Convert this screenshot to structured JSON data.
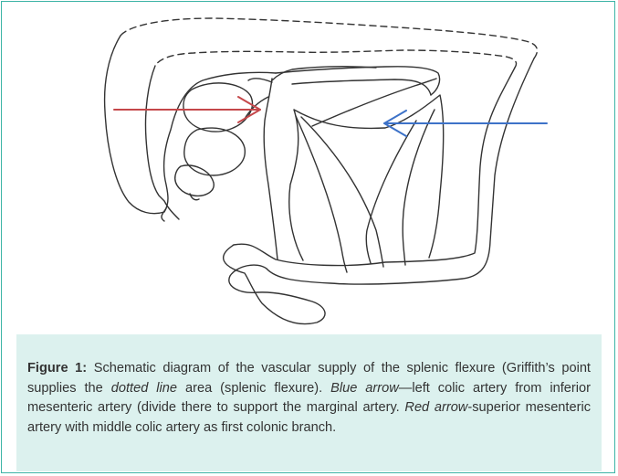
{
  "figure": {
    "caption": {
      "label": "Figure 1:",
      "text_1": " Schematic diagram of the vascular supply of the splenic flexure (Griffith’s point supplies the ",
      "dotted_line": "dotted line",
      "text_2": " area (splenic flexure). ",
      "blue_arrow": "Blue arrow",
      "text_3": "—left colic artery from inferior mesenteric artery (divide there to support the marginal artery. ",
      "red_arrow": "Red arrow",
      "text_4": "-superior mesenteric artery with middle colic artery as first colonic branch."
    },
    "colors": {
      "frame_border": "#3db4a6",
      "caption_background": "#dcf1ee",
      "red_arrow": "#c5474a",
      "blue_arrow": "#3d72c8",
      "sketch_line": "#333333"
    }
  }
}
